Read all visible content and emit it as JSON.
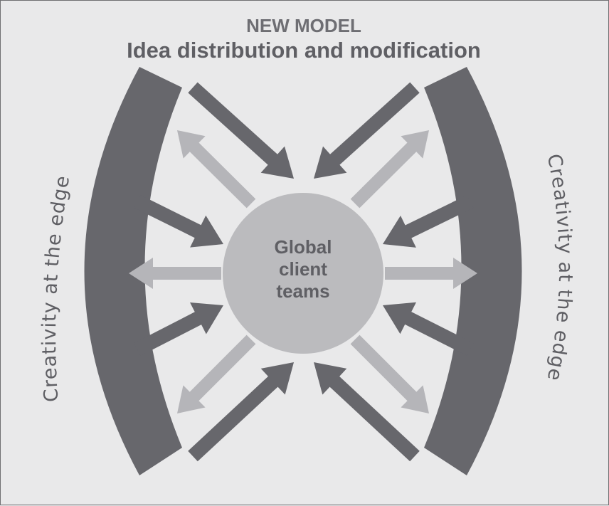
{
  "header": {
    "supertitle": "NEW MODEL",
    "title": "Idea distribution and modification"
  },
  "hub": {
    "lines": [
      "Global",
      "client",
      "teams"
    ]
  },
  "edges": {
    "left_label": "Creativity at the edge",
    "right_label": "Creativity at the edge"
  },
  "colors": {
    "background": "#e9e9ea",
    "dark": "#67676c",
    "light": "#b5b5b9",
    "hub": "#bbbbbe",
    "text": "#5f5f64"
  }
}
